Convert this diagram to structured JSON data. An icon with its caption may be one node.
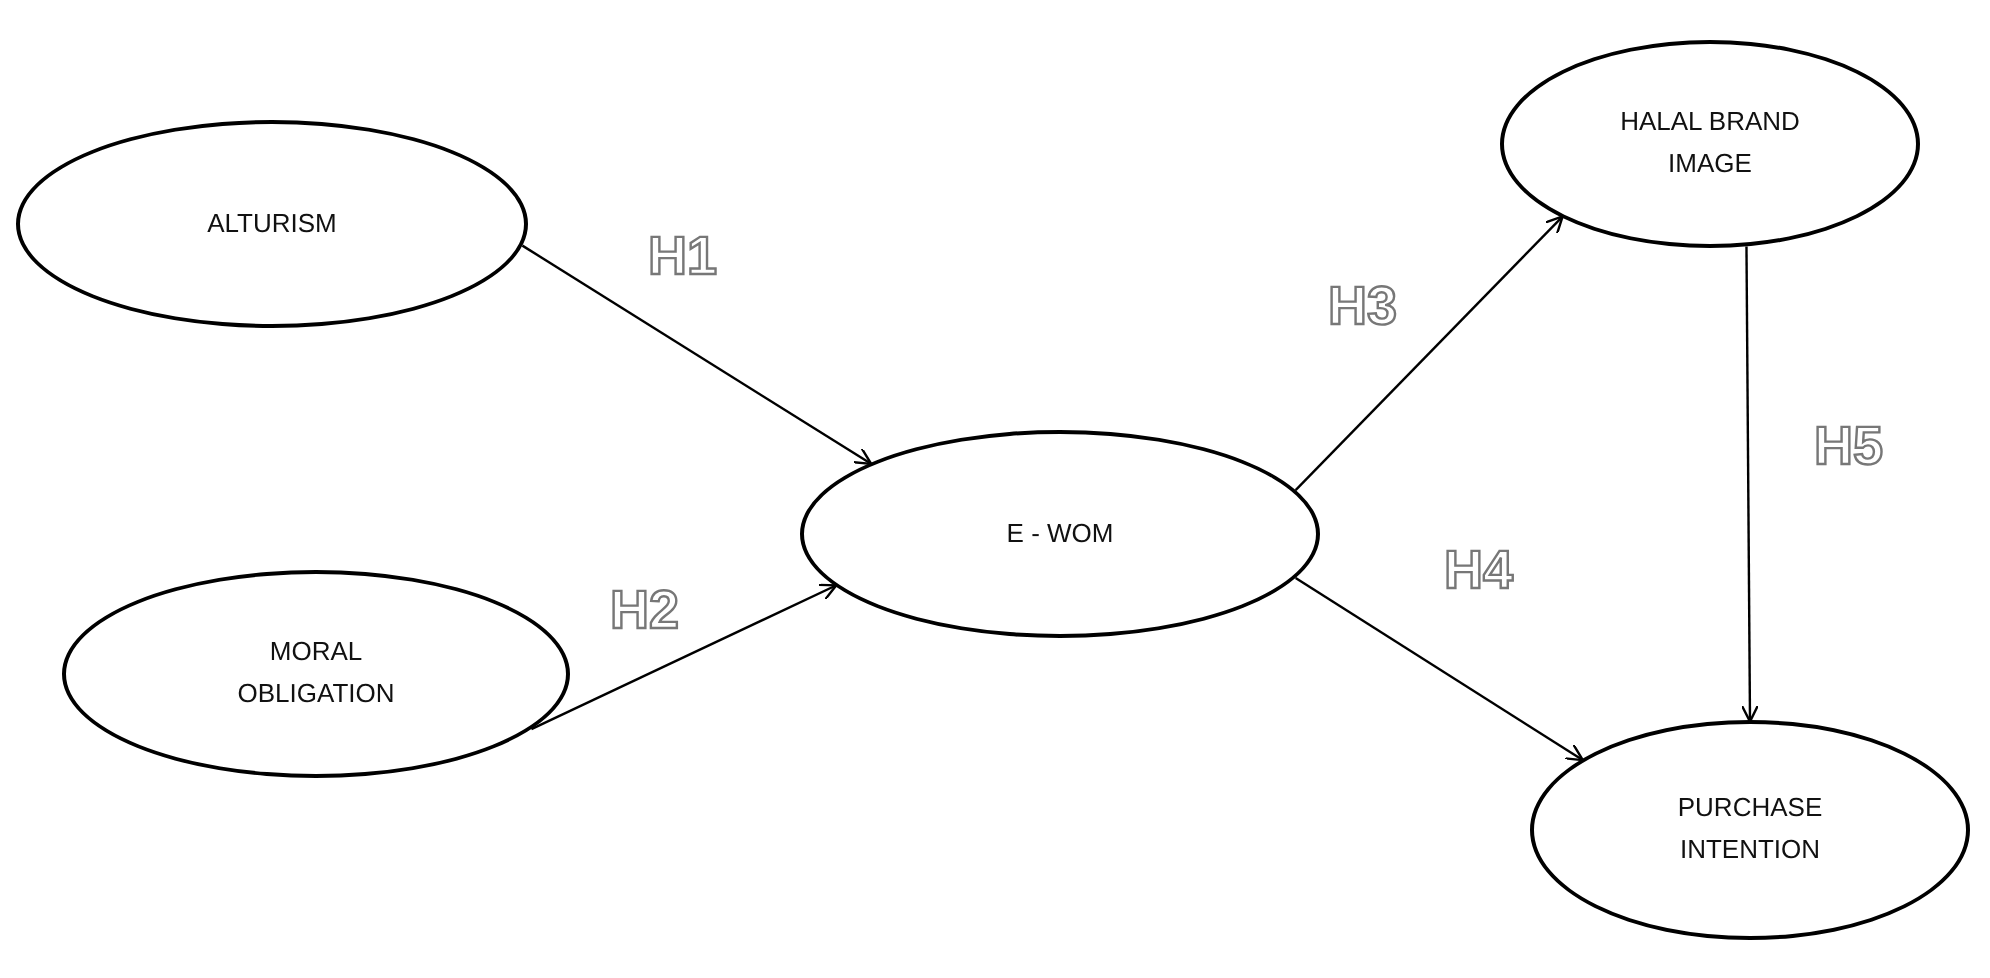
{
  "diagram": {
    "nodes": [
      {
        "text": [
          "ALTURISM"
        ]
      },
      {
        "text": [
          "MORAL OBLIGATION"
        ]
      },
      {
        "text": [
          "E - WOM"
        ]
      },
      {
        "text": [
          "HALAL BRAND IMAGE"
        ]
      },
      {
        "text": [
          "PURCHASE INTENTION"
        ]
      }
    ],
    "edges": [
      {
        "from": 0,
        "to": 2,
        "arrow": "to",
        "label": "H1"
      },
      {
        "from": 1,
        "to": 2,
        "arrow": "to",
        "label": "H2"
      },
      {
        "from": 2,
        "to": 3,
        "arrow": "to",
        "label": "H3"
      },
      {
        "from": 2,
        "to": 4,
        "arrow": "to",
        "label": "H4"
      },
      {
        "from": 3,
        "to": 4,
        "arrow": "to",
        "label": "H5"
      }
    ]
  }
}
